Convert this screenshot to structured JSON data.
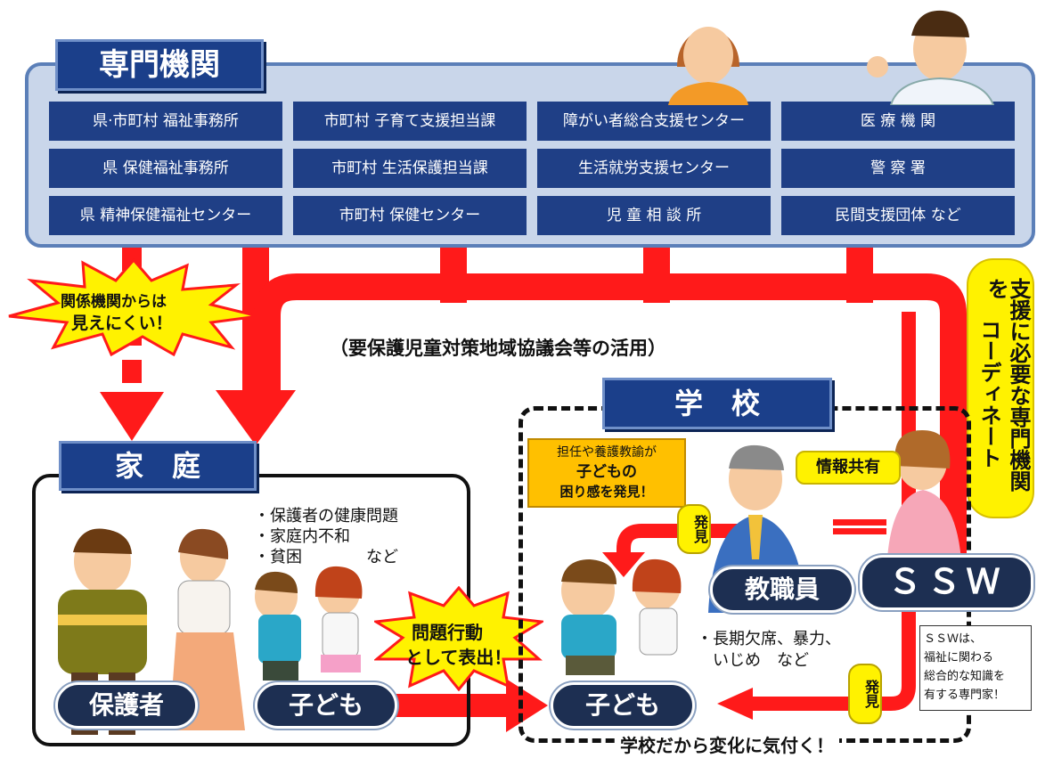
{
  "agencies": {
    "title": "専門機関",
    "cells": [
      "県·市町村 福祉事務所",
      "市町村 子育て支援担当課",
      "障がい者総合支援センター",
      "医 療 機 関",
      "県 保健福祉事務所",
      "市町村 生活保護担当課",
      "生活就労支援センター",
      "警 察 署",
      "県 精神保健福祉センター",
      "市町村 保健センター",
      "児 童 相 談 所",
      "民間支援団体 など"
    ]
  },
  "coordination": {
    "title": "ＳＳＷのコーディネートによる専門機関の協働支援",
    "subtitle": "（要保護児童対策地域協議会等の活用）"
  },
  "burst": {
    "line1": "関係機関からは",
    "line2": "見えにくい！"
  },
  "vertical_note": {
    "col1": "支援に必要な専門機関を",
    "col2": "コーディネート"
  },
  "home": {
    "title": "家　庭",
    "issues": [
      "・保護者の健康問題",
      "・家庭内不和",
      "・貧困　　　　など"
    ],
    "guardian_label": "保護者",
    "child_label": "子ども"
  },
  "problem_behavior": {
    "line1": "問題行動",
    "line2": "として表出！"
  },
  "school": {
    "title": "学　校",
    "teacher_finding": {
      "line1": "担任や養護教諭が",
      "line2": "子どもの",
      "line3": "困り感を発見！"
    },
    "info_share": "情報共有",
    "discover1": "発見",
    "discover2": "発見",
    "staff_label": "教職員",
    "ssw_label": "ＳＳＷ",
    "child_label": "子ども",
    "issues": [
      "・長期欠席、暴力、",
      "　いじめ　など"
    ],
    "ssw_note": [
      "ＳＳＷは、",
      "福祉に関わる",
      "総合的な知識を",
      "有する専門家！"
    ],
    "footer": "学校だから変化に気付く！"
  },
  "colors": {
    "agency_blue": "#1f3f86",
    "panel_bg": "#c9d6ea",
    "arrow_red": "#ff1a1a",
    "highlight_yellow": "#fff200",
    "label_dark": "#1d2f52"
  }
}
